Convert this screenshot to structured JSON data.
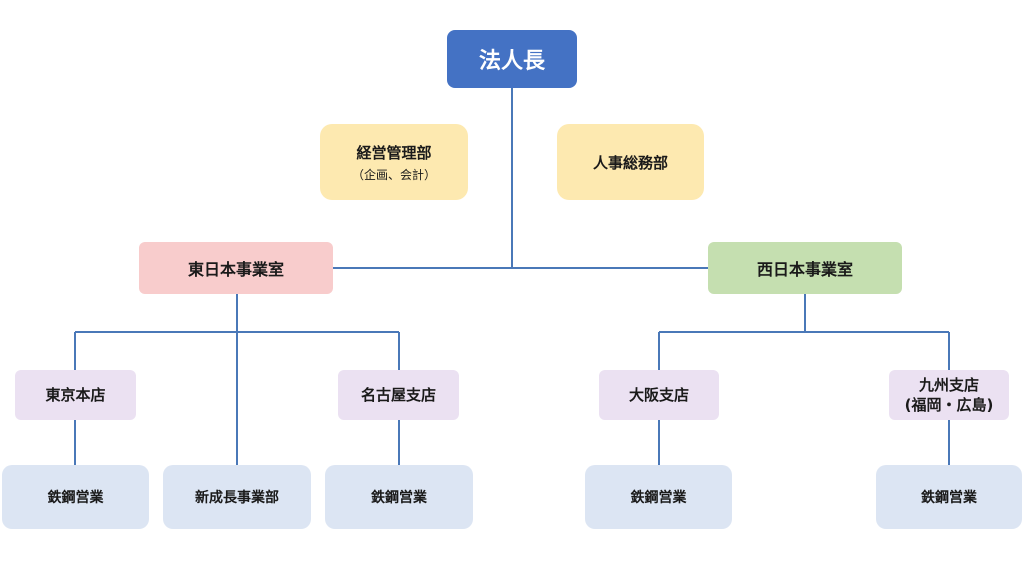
{
  "root": {
    "label": "法人長"
  },
  "staff": [
    {
      "label": "経営管理部",
      "sub": "（企画、会計）"
    },
    {
      "label": "人事総務部"
    }
  ],
  "divisions": {
    "east": {
      "label": "東日本事業室"
    },
    "west": {
      "label": "西日本事業室"
    }
  },
  "branches": {
    "tokyo": {
      "label": "東京本店"
    },
    "nagoya": {
      "label": "名古屋支店"
    },
    "osaka": {
      "label": "大阪支店"
    },
    "kyushu": {
      "label": "九州支店",
      "sub": "(福岡・広島)"
    }
  },
  "units": {
    "tokyo_steel": {
      "label": "鉄鋼営業"
    },
    "new_growth": {
      "label": "新成長事業部"
    },
    "nagoya_steel": {
      "label": "鉄鋼営業"
    },
    "osaka_steel": {
      "label": "鉄鋼営業"
    },
    "kyushu_steel": {
      "label": "鉄鋼営業"
    }
  },
  "colors": {
    "connector": "#4a78b8",
    "root": "#4472c4",
    "staff": "#fde9b0",
    "east": "#f8cccc",
    "west": "#c5dfb0",
    "branch": "#ebe1f2",
    "unit": "#dce5f3"
  }
}
